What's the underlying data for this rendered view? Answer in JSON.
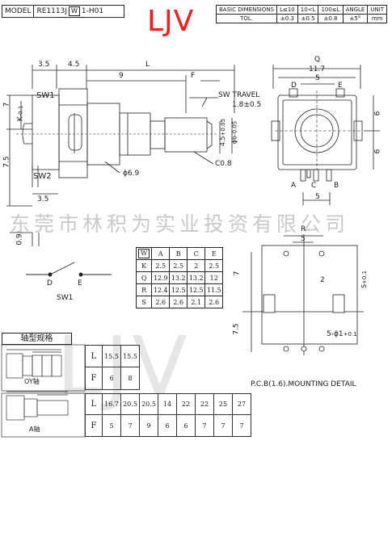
{
  "header": {
    "model_label": "MODEL",
    "model_part1": "RE1113J",
    "model_w": "W",
    "model_part2": "1-H01",
    "logo": "LJV"
  },
  "tolerance_table": {
    "title": "BASIC DIMENSIONS",
    "headers": [
      "L≤10",
      "10<L",
      "100≤L",
      "ANGLE",
      "UNIT"
    ],
    "row_label": "TOL.",
    "values": [
      "±0.3",
      "±0.5",
      "±0.8",
      "±5°",
      "mm"
    ]
  },
  "side_view": {
    "dim_3_5_top": "3.5",
    "dim_4_5": "4.5",
    "dim_L": "L",
    "dim_9": "9",
    "dim_F": "F",
    "dim_7": "7",
    "dim_K": "K",
    "dim_K_tol": "-0.1",
    "dim_7_5": "7.5",
    "dim_3_5_bottom": "3.5",
    "dim_0_9": "0.9",
    "sw1": "SW1",
    "sw2": "SW2",
    "sw_travel": "SW TRAVEL",
    "sw_travel_value": "1.8±0.5",
    "dim_phi6_9": "ϕ6.9",
    "dim_4_5_tol": "4.5",
    "dim_4_5_tol_sfx": "+0.05",
    "dim_phi6": "ϕ6",
    "dim_phi6_tol": "-0.05",
    "chamfer": "C0.8"
  },
  "front_view": {
    "dim_Q": "Q",
    "dim_11_7": "11.7",
    "dim_5_top": "5",
    "pin_D": "D",
    "pin_E": "E",
    "dim_6_upper": "6",
    "dim_6_lower": "6",
    "pin_A": "A",
    "pin_C": "C",
    "pin_B": "B",
    "dim_5_bottom": "5"
  },
  "letter_table": {
    "columns": [
      "W",
      "A",
      "B",
      "C",
      "E"
    ],
    "rows": [
      {
        "label": "K",
        "values": [
          "2.5",
          "2.5",
          "2",
          "2.5"
        ]
      },
      {
        "label": "Q",
        "values": [
          "12.9",
          "13.2",
          "13.2",
          "12"
        ]
      },
      {
        "label": "R",
        "values": [
          "12.4",
          "12.5",
          "12.5",
          "11.5"
        ]
      },
      {
        "label": "S",
        "values": [
          "2.6",
          "2.6",
          "2.1",
          "2.6"
        ]
      }
    ]
  },
  "switch": {
    "pin_D": "D",
    "pin_E": "E",
    "label": "SW1"
  },
  "shaft_spec": {
    "title": "轴型规格",
    "oy_caption": "OY轴",
    "oy_table": {
      "rows": [
        {
          "label": "L",
          "values": [
            "15.5",
            "15.5"
          ]
        },
        {
          "label": "F",
          "values": [
            "6",
            "8"
          ]
        }
      ]
    },
    "a_caption": "A轴",
    "a_table": {
      "rows": [
        {
          "label": "L",
          "values": [
            "16.7",
            "20.5",
            "20.5",
            "14",
            "22",
            "22",
            "25",
            "27"
          ]
        },
        {
          "label": "F",
          "values": [
            "5",
            "7",
            "9",
            "6",
            "6",
            "7",
            "7",
            "7"
          ]
        }
      ]
    }
  },
  "pcb": {
    "dim_R": "R",
    "dim_5": "5",
    "dim_7": "7",
    "dim_2": "2",
    "dim_S": "S",
    "dim_S_tol": "+0.1",
    "dim_7_5": "7.5",
    "hole_spec": "5-ϕ1",
    "hole_tol": "+0.1",
    "caption": "P.C.B(1.6).MOUNTING DETAIL"
  },
  "watermark": {
    "company": "东莞市林积为实业投资有限公司",
    "big": "LJV"
  },
  "colors": {
    "line": "#1a1a1a",
    "logo": "#ff1a1a",
    "watermark": "#e6e6e6"
  }
}
